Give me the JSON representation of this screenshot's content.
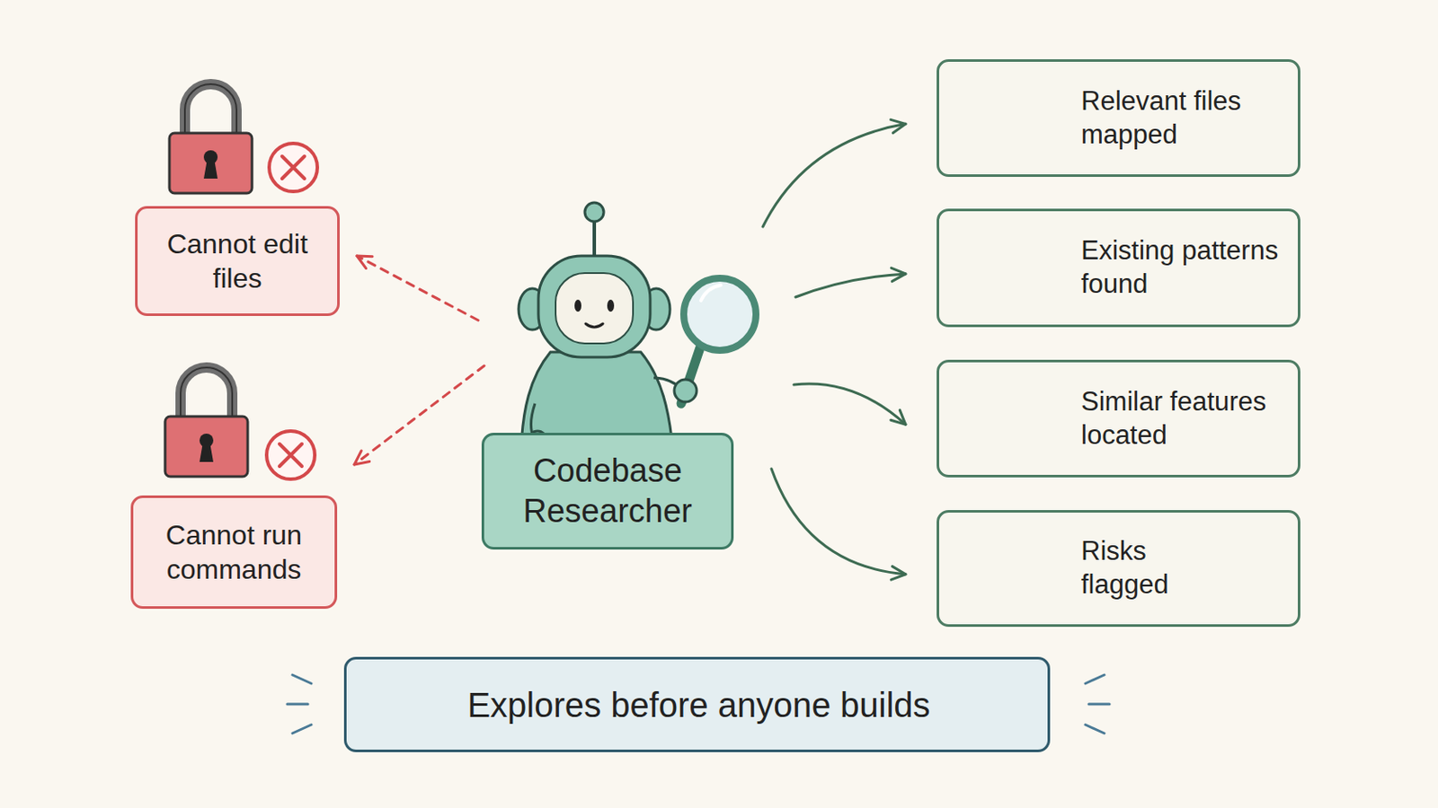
{
  "diagram": {
    "nodes": [
      {
        "text": [
          "Cannot edit files"
        ]
      },
      {
        "text": [
          "Cannot run commands"
        ]
      },
      {
        "text": [
          "Codebase Researcher"
        ]
      },
      {
        "text": [
          "Relevant files mapped"
        ]
      },
      {
        "text": [
          "Existing patterns found"
        ]
      },
      {
        "text": [
          "Similar features located"
        ]
      },
      {
        "text": [
          "Risks flagged"
        ]
      },
      {
        "text": [
          "Explores before anyone builds"
        ]
      }
    ],
    "edges": [
      {
        "from": 2,
        "to": 0,
        "arrow": "to"
      },
      {
        "from": 2,
        "to": 1,
        "arrow": "to"
      },
      {
        "from": 2,
        "to": 3,
        "arrow": "to"
      },
      {
        "from": 2,
        "to": 4,
        "arrow": "to"
      },
      {
        "from": 2,
        "to": 5,
        "arrow": "to"
      },
      {
        "from": 2,
        "to": 6,
        "arrow": "to"
      }
    ]
  }
}
